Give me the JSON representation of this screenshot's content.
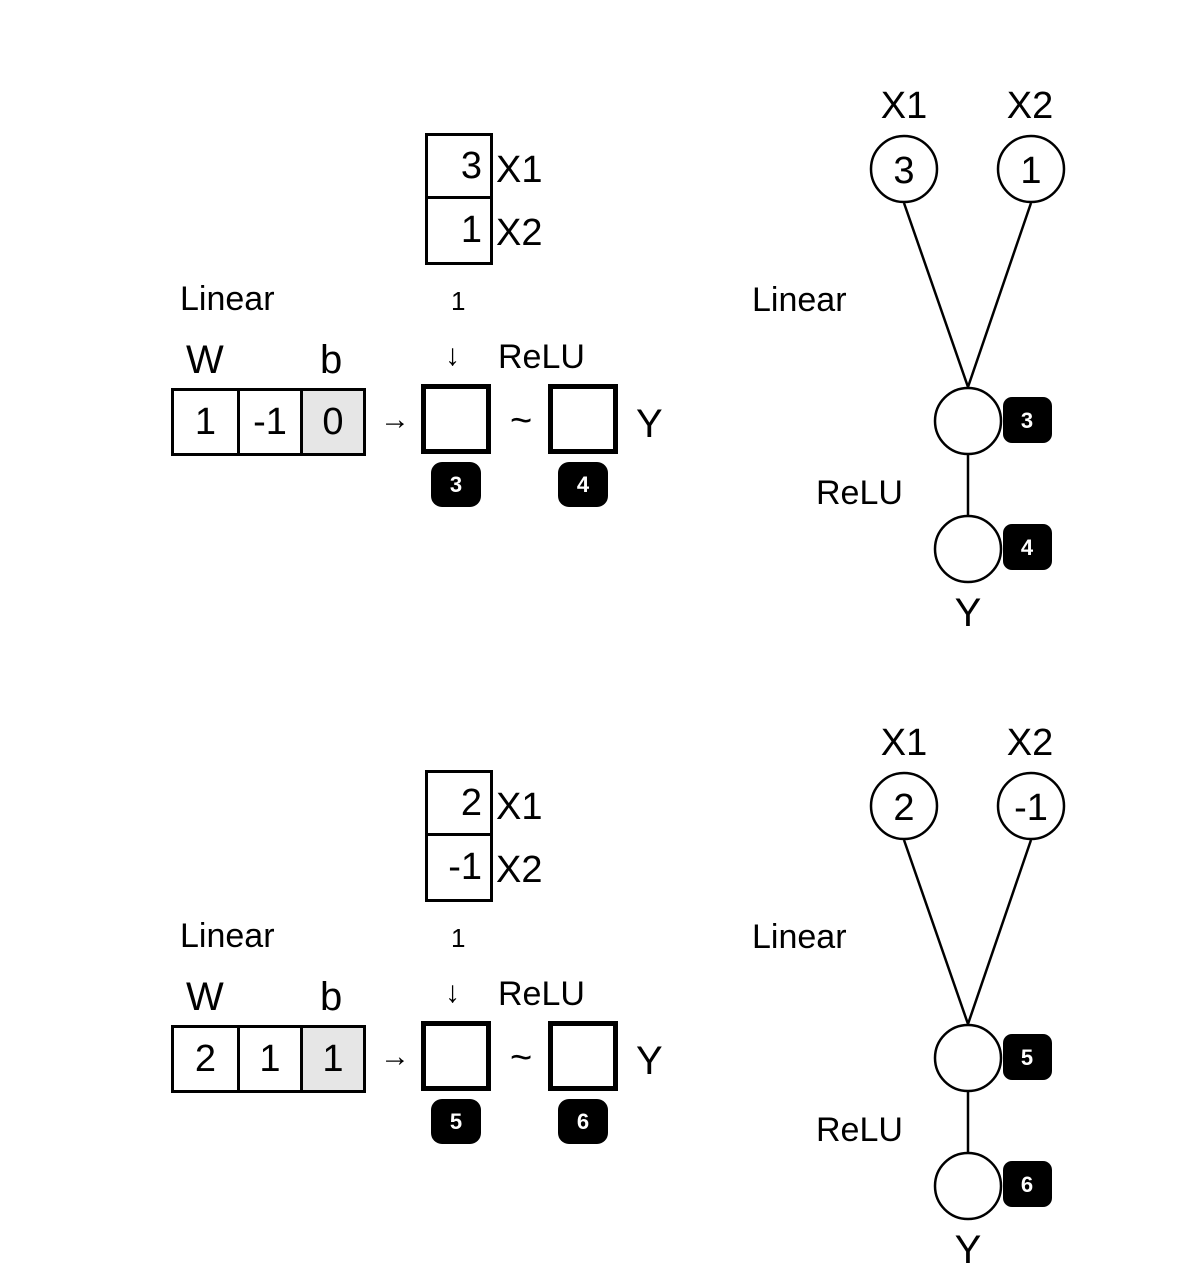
{
  "panels": [
    {
      "inputs": [
        {
          "name": "X1",
          "value": "3"
        },
        {
          "name": "X2",
          "value": "1"
        }
      ],
      "bias_input": "1",
      "linear_label": "Linear",
      "relu_label": "ReLU",
      "weights_label": "W",
      "bias_label": "b",
      "weights": [
        "1",
        "-1"
      ],
      "bias": "0",
      "arrow_right": "→",
      "arrow_down": "↓",
      "tilde": "~",
      "output_label": "Y",
      "hidden_badge": "3",
      "output_badge": "4"
    },
    {
      "inputs": [
        {
          "name": "X1",
          "value": "2"
        },
        {
          "name": "X2",
          "value": "-1"
        }
      ],
      "bias_input": "1",
      "linear_label": "Linear",
      "relu_label": "ReLU",
      "weights_label": "W",
      "bias_label": "b",
      "weights": [
        "2",
        "1"
      ],
      "bias": "1",
      "arrow_right": "→",
      "arrow_down": "↓",
      "tilde": "~",
      "output_label": "Y",
      "hidden_badge": "5",
      "output_badge": "6"
    }
  ],
  "colors": {
    "stroke": "#000000",
    "bias_fill": "#e6e6e6",
    "badge_fill": "#000000",
    "badge_text": "#ffffff"
  }
}
